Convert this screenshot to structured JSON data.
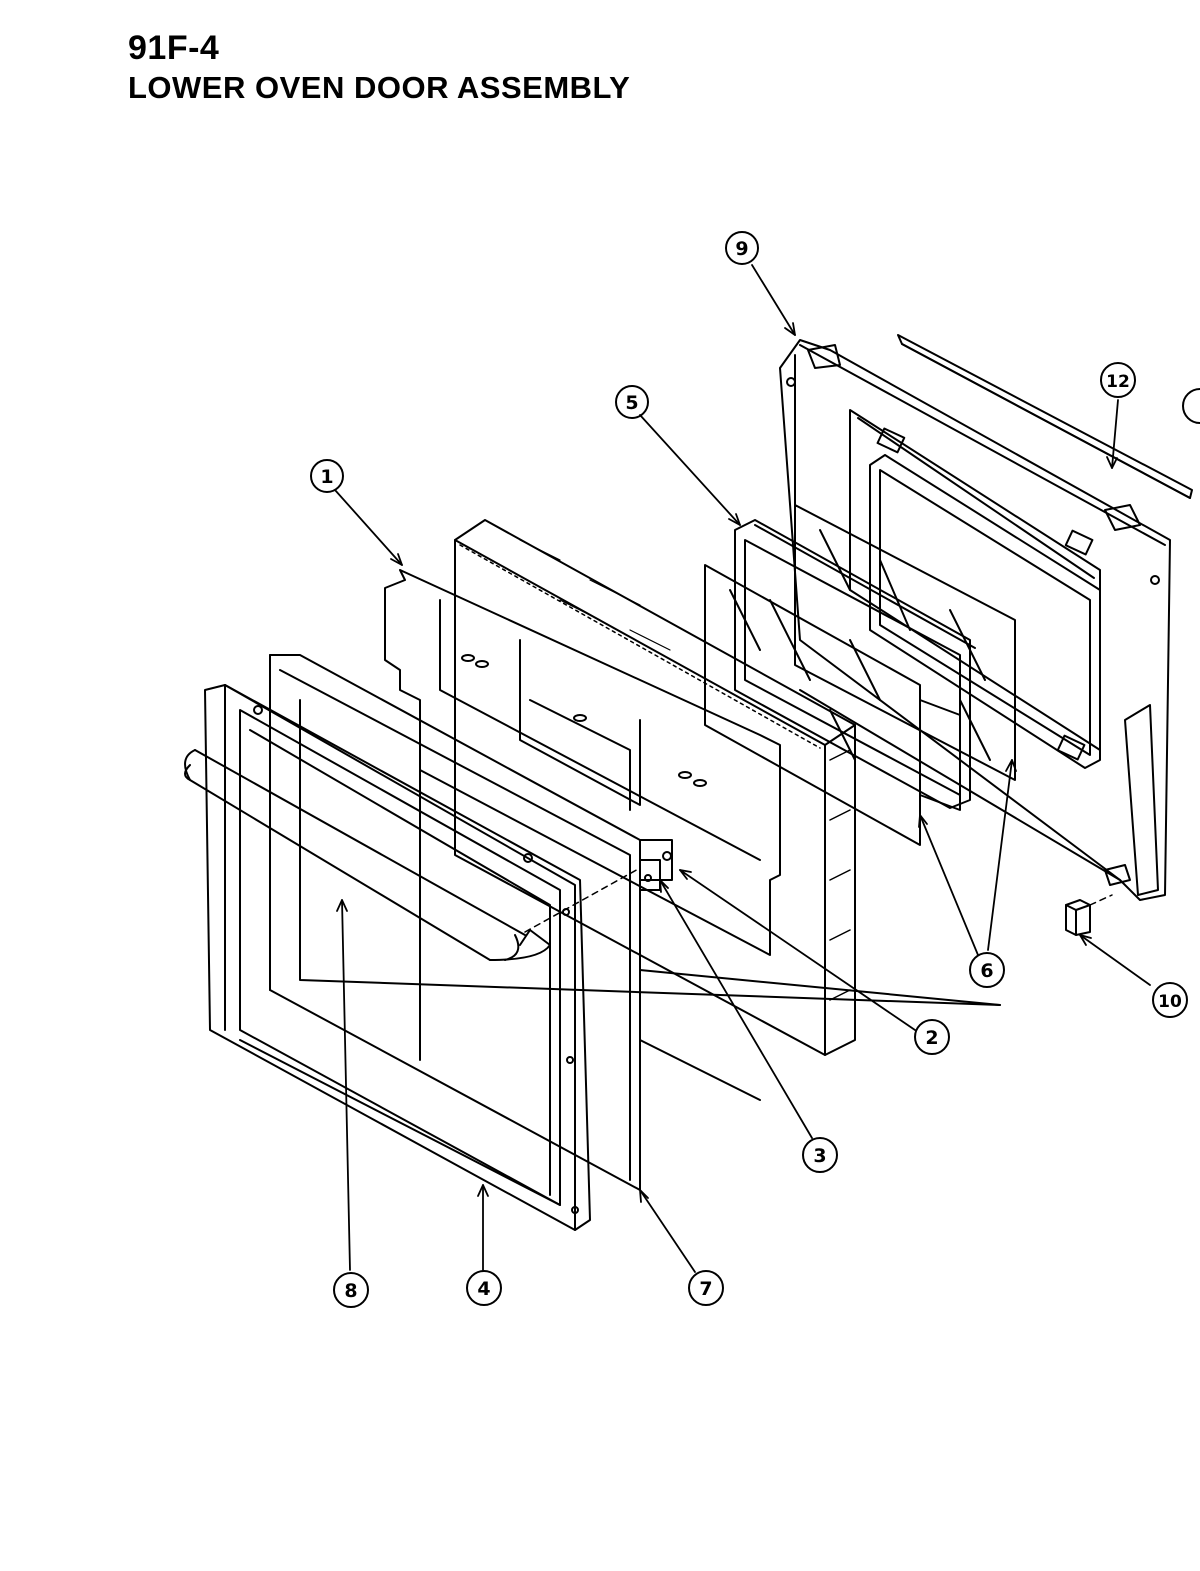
{
  "title": {
    "code": "91F-4",
    "name": "LOWER OVEN DOOR ASSEMBLY"
  },
  "callouts": [
    {
      "id": "c1",
      "label": "1"
    },
    {
      "id": "c2",
      "label": "2"
    },
    {
      "id": "c3",
      "label": "3"
    },
    {
      "id": "c4",
      "label": "4"
    },
    {
      "id": "c5",
      "label": "5"
    },
    {
      "id": "c6",
      "label": "6"
    },
    {
      "id": "c7",
      "label": "7"
    },
    {
      "id": "c8",
      "label": "8"
    },
    {
      "id": "c9",
      "label": "9"
    },
    {
      "id": "c10",
      "label": "10"
    },
    {
      "id": "c12",
      "label": "12"
    }
  ],
  "colors": {
    "ink": "#000000",
    "paper": "#ffffff"
  }
}
